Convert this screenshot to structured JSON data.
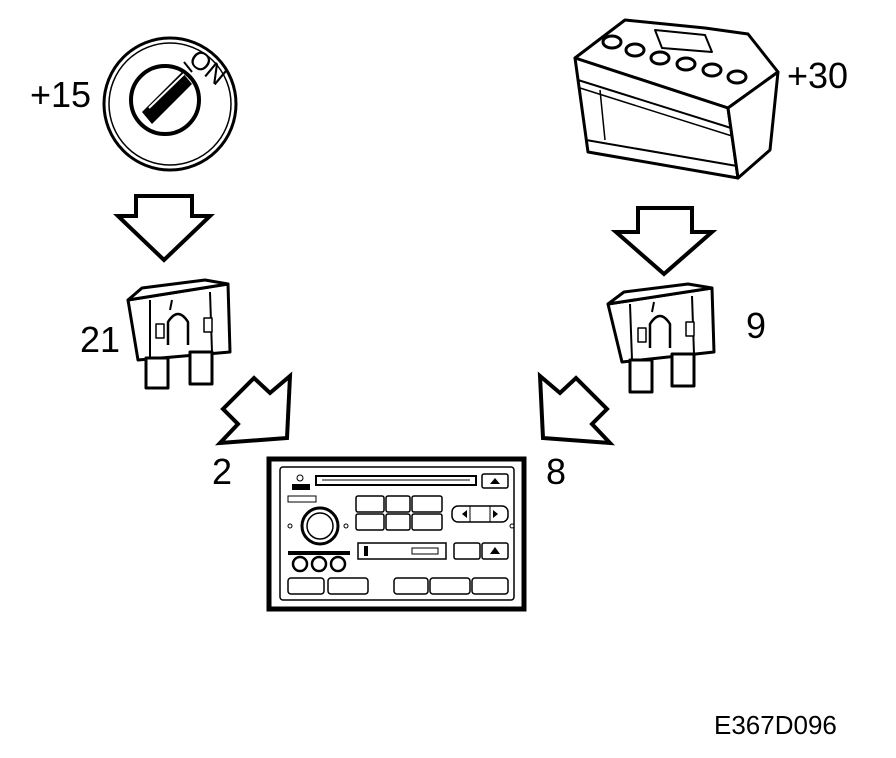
{
  "labels": {
    "ignition": "+15",
    "battery": "+30",
    "fuse_left": "21",
    "fuse_right": "9",
    "pin_left": "2",
    "pin_right": "8",
    "switch_on": "ON",
    "figure_code": "E367D096"
  },
  "colors": {
    "line": "#000000",
    "fill": "#ffffff",
    "shade": "#000000"
  },
  "icons": [
    "ignition-switch-icon",
    "battery-icon",
    "fuse-icon",
    "arrow-down-icon",
    "arrow-diagonal-icon",
    "car-radio-icon"
  ]
}
